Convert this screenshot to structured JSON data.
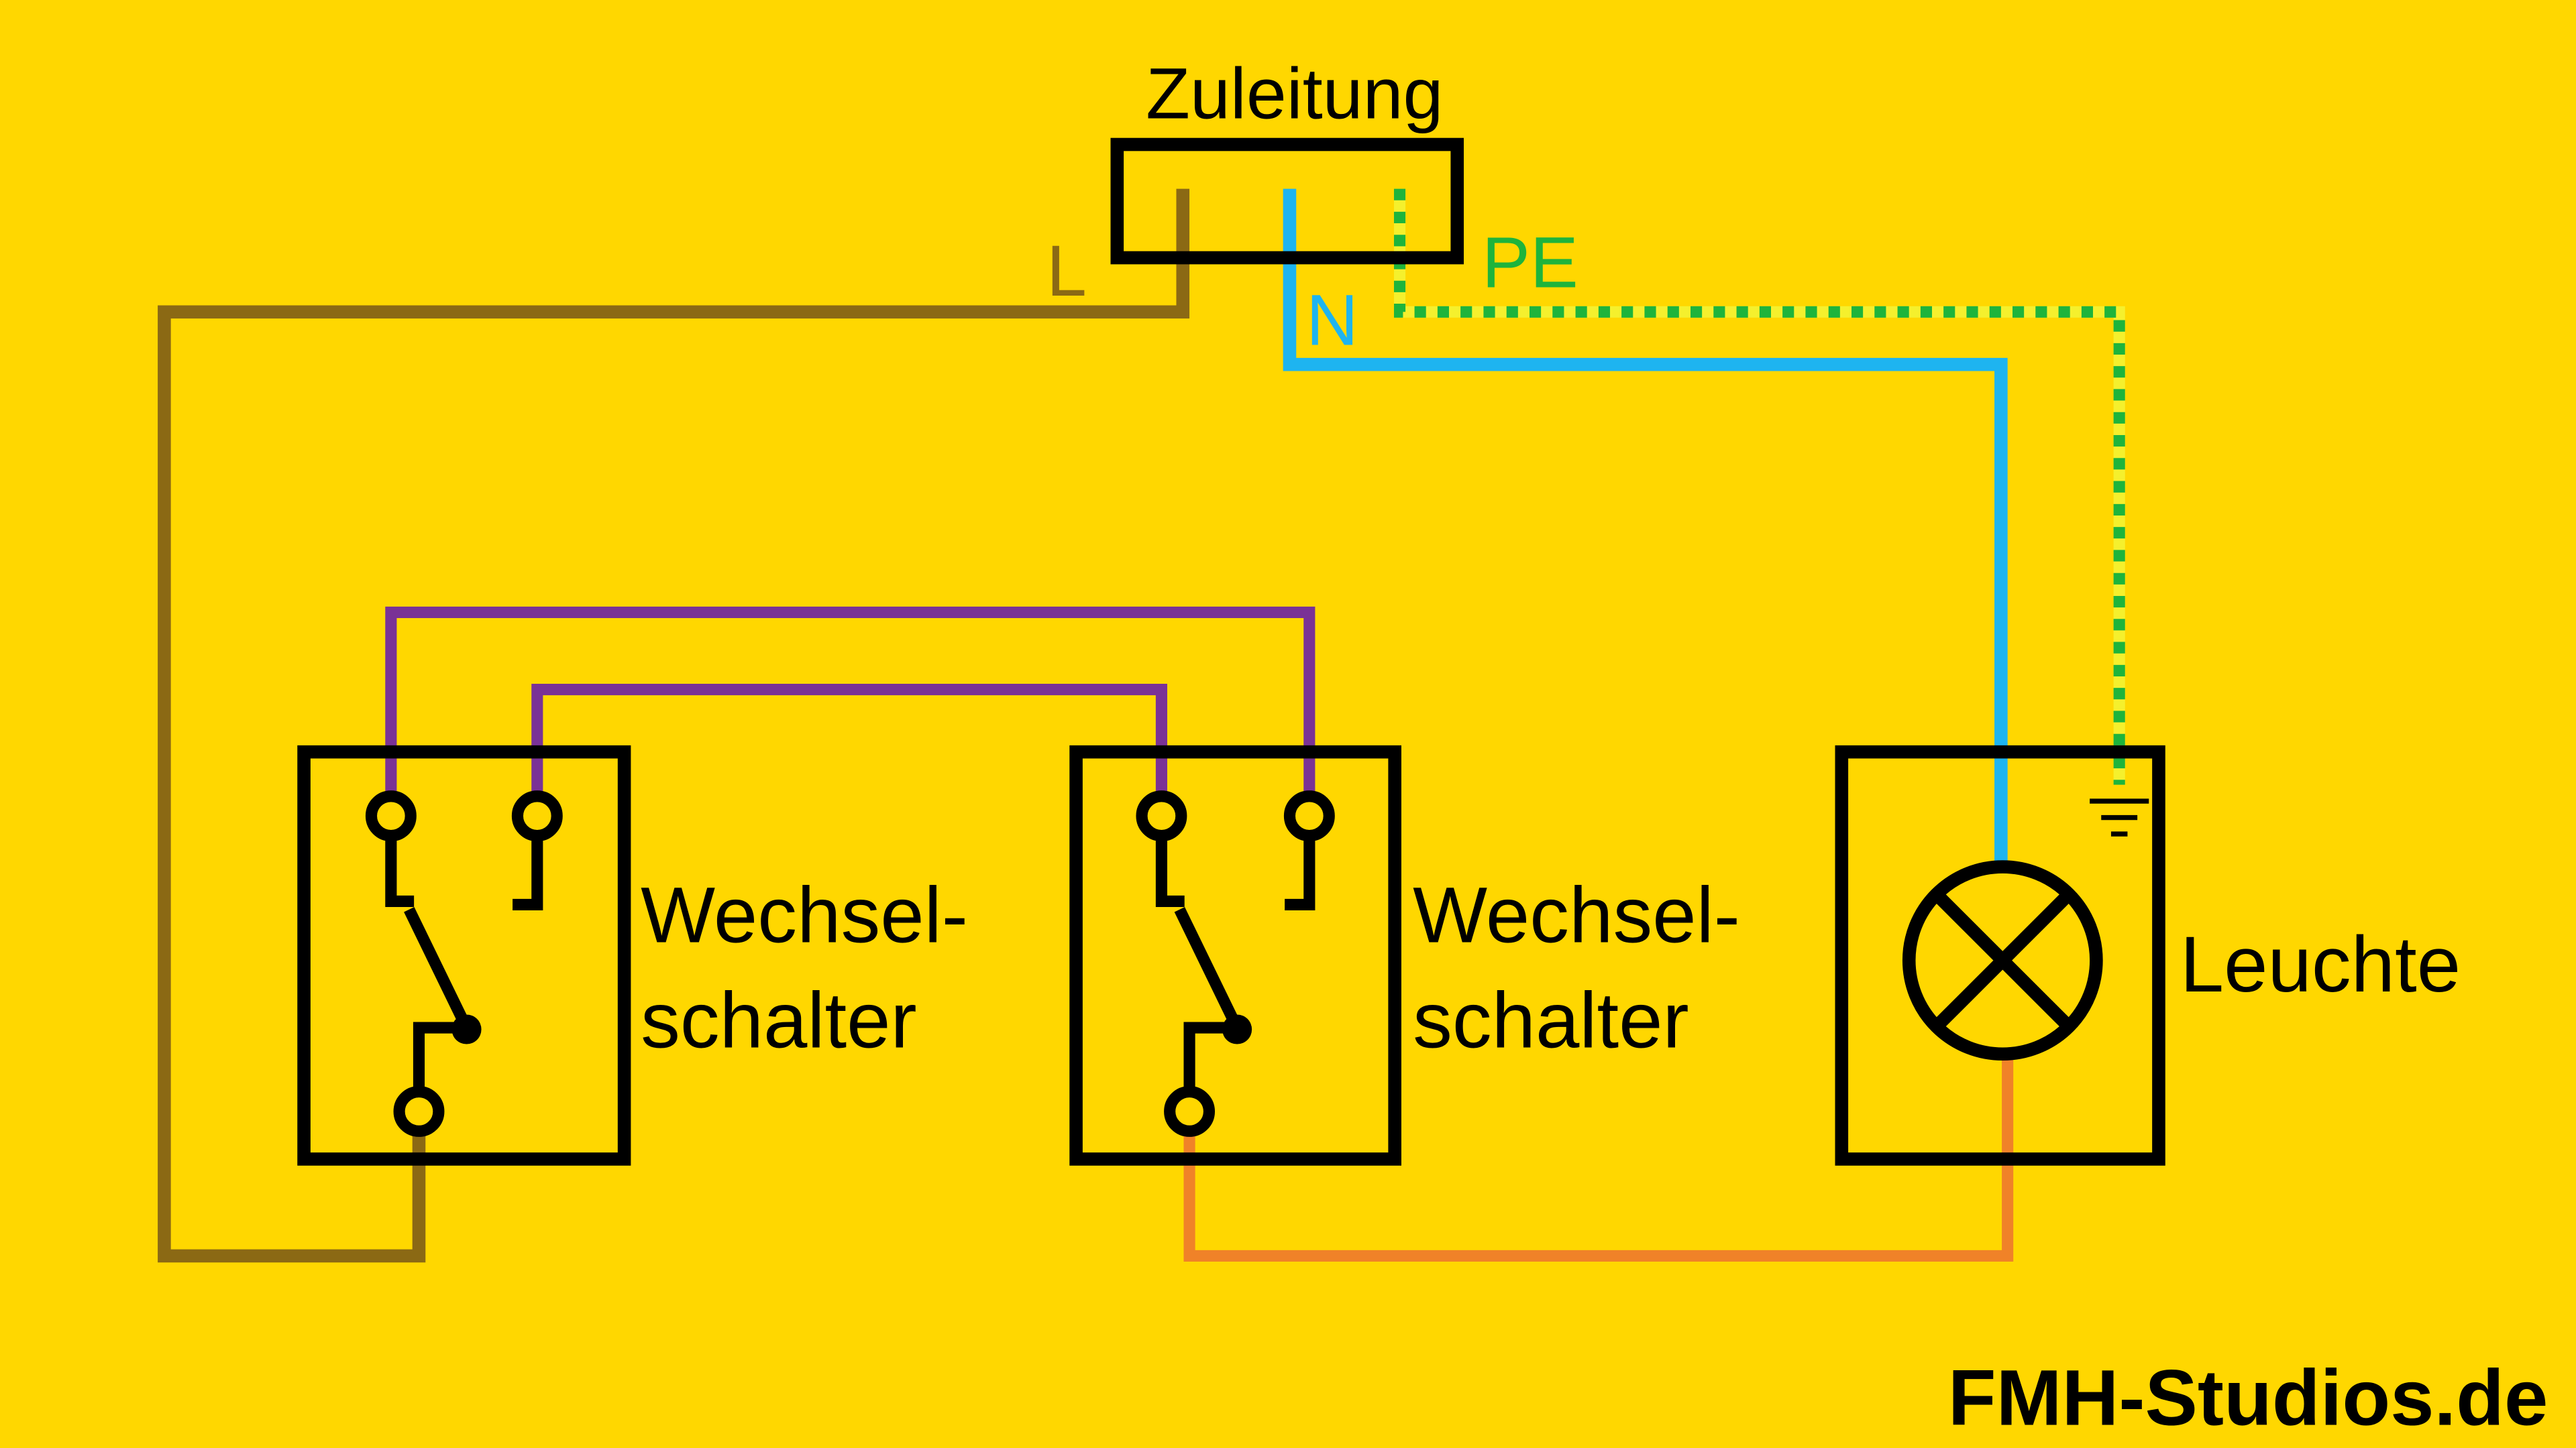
{
  "background": "#FFD700",
  "supply": {
    "label": "Zuleitung",
    "wires": {
      "L": "L",
      "N": "N",
      "PE": "PE"
    }
  },
  "switch1": {
    "label_line1": "Wechsel-",
    "label_line2": "schalter"
  },
  "switch2": {
    "label_line1": "Wechsel-",
    "label_line2": "schalter"
  },
  "lamp": {
    "label": "Leuchte"
  },
  "brand": "FMH-Studios.de",
  "colors": {
    "phase_L": "#8B6914",
    "neutral_N": "#1EB4F0",
    "earth_PE_green": "#1EB43C",
    "earth_PE_yellow": "#F5F02D",
    "traveler": "#7A3296",
    "switched_phase": "#F08228",
    "outline": "#000000"
  },
  "icons": [
    "toggle-switch-icon",
    "lamp-cross-icon",
    "ground-symbol-icon"
  ]
}
